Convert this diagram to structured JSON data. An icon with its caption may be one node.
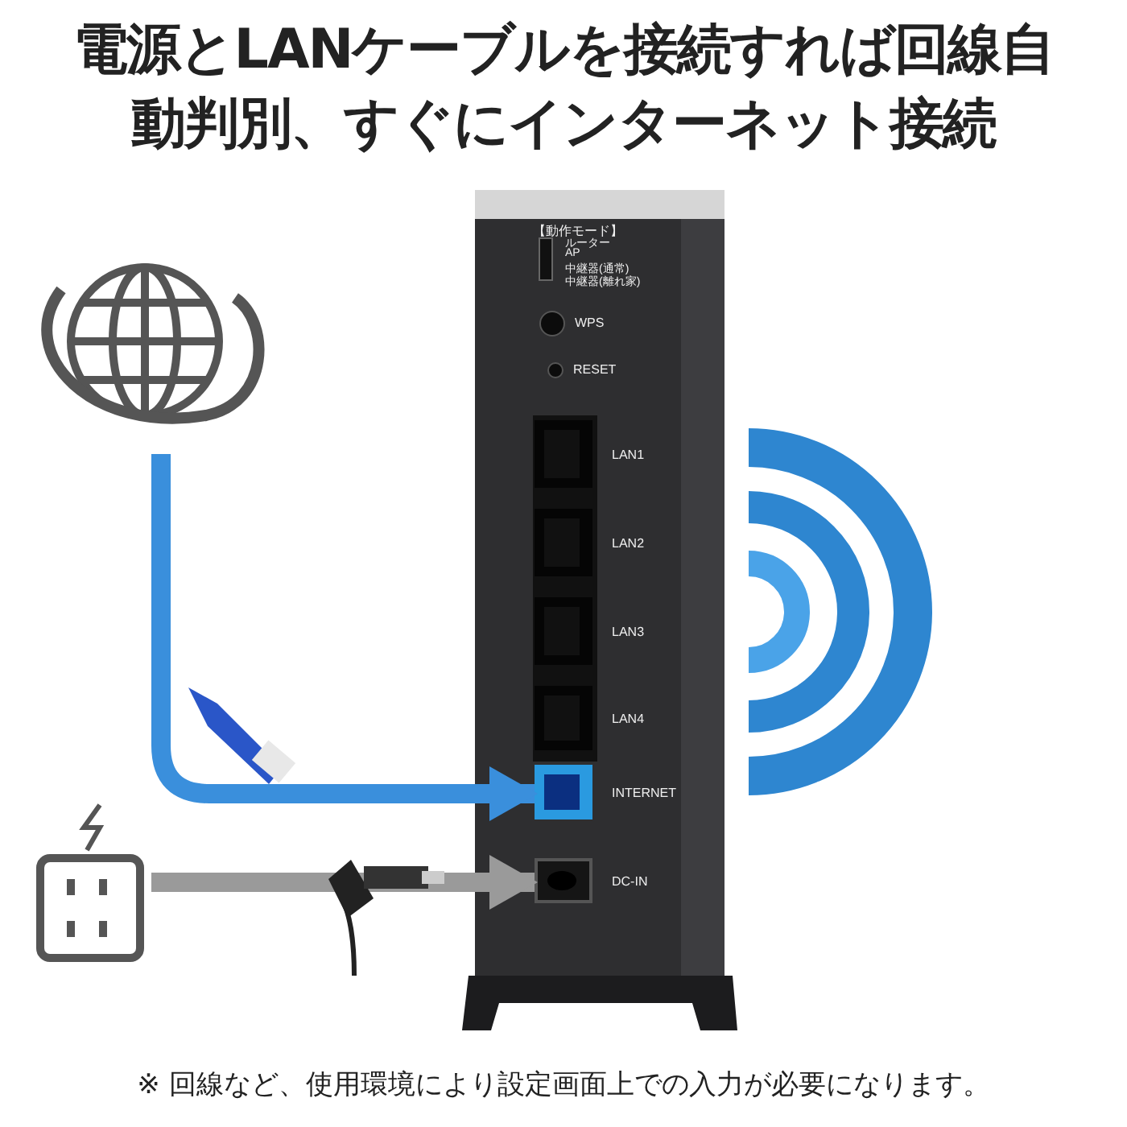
{
  "diagram": {
    "title": "電源とLANケーブルを接続すれば回線自動判別、すぐにインターネット接続",
    "caption": "※ 回線など、使用環境により設定画面上での入力が必要になります。",
    "nodes": [
      {
        "text": [],
        "shape": "picture"
      },
      {
        "text": [],
        "shape": "picture"
      },
      {
        "text": [],
        "shape": "circle",
        "beside": [
          "WPS"
        ],
        "in": 1
      },
      {
        "text": [],
        "shape": "circle",
        "beside": [
          "RESET"
        ],
        "in": 1
      },
      {
        "text": [],
        "shape": "box",
        "beside": [
          "LAN1"
        ],
        "in": 1
      },
      {
        "text": [],
        "shape": "box",
        "beside": [
          "LAN2"
        ],
        "in": 1
      },
      {
        "text": [],
        "shape": "box",
        "beside": [
          "LAN3"
        ],
        "in": 1
      },
      {
        "text": [],
        "shape": "box",
        "beside": [
          "LAN4"
        ],
        "in": 1
      },
      {
        "text": [],
        "shape": "box",
        "beside": [
          "INTERNET"
        ],
        "in": 1
      },
      {
        "text": [],
        "shape": "box",
        "beside": [
          "DC-IN"
        ],
        "in": 1
      },
      {
        "text": [],
        "shape": "picture"
      }
    ],
    "edges": [
      {
        "from": 0,
        "to": 8,
        "arrow": "to",
        "color": "#3a8fdc"
      },
      {
        "from": 10,
        "to": 9,
        "arrow": "to",
        "color": "#9a9a9a"
      }
    ],
    "labels": [
      "【動作モード】",
      "ルーター",
      "AP",
      "中継器(通常)",
      "中継器(離れ家)"
    ]
  }
}
